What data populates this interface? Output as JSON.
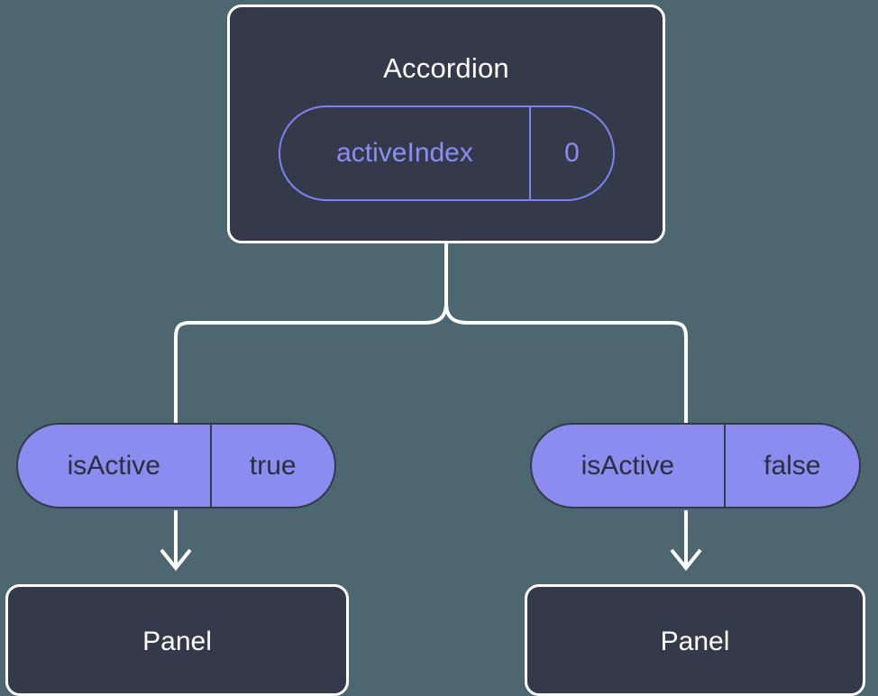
{
  "diagram": {
    "type": "component-state-flow",
    "background_color": "#4c6770",
    "accent_color": "#8b8bf0",
    "surface_color": "#343a49",
    "line_color": "#ffffff",
    "parent": {
      "title": "Accordion",
      "state_pill": {
        "key": "activeIndex",
        "value": "0",
        "style": "outlined"
      }
    },
    "branches": [
      {
        "prop_pill": {
          "key": "isActive",
          "value": "true",
          "style": "filled"
        },
        "child": {
          "title": "Panel"
        }
      },
      {
        "prop_pill": {
          "key": "isActive",
          "value": "false",
          "style": "filled"
        },
        "child": {
          "title": "Panel"
        }
      }
    ],
    "connectors": {
      "stem_label": "parent-to-branch-stem",
      "arrow_label": "prop-to-child-arrow"
    }
  }
}
